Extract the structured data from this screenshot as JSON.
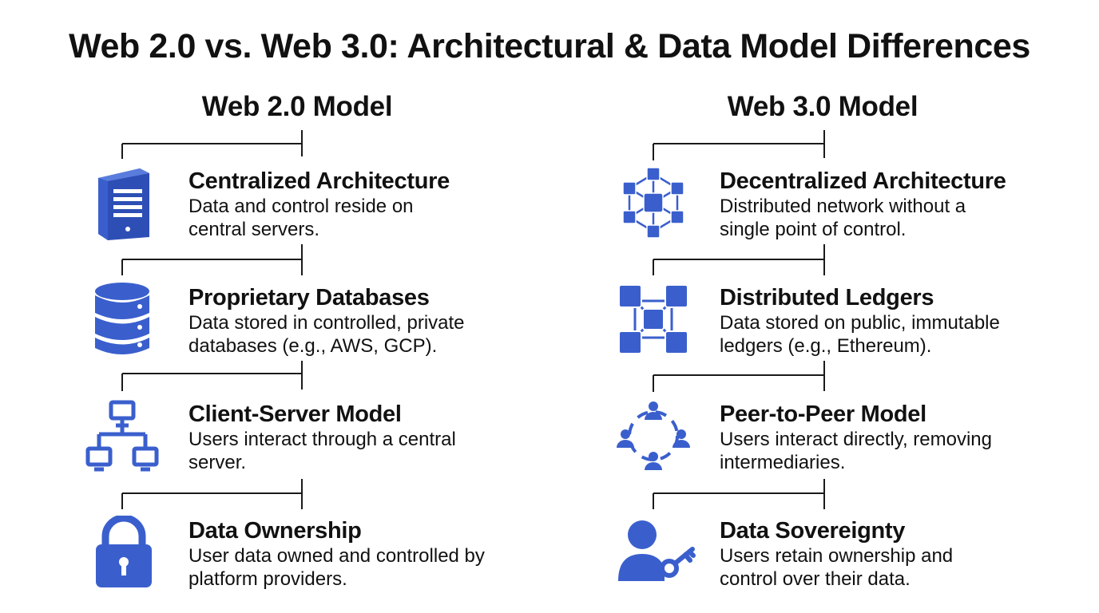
{
  "title": "Web 2.0 vs. Web 3.0: Architectural & Data Model Differences",
  "colors": {
    "accent": "#3a5fcd",
    "line": "#1a1a1a"
  },
  "columns": [
    {
      "heading": "Web 2.0 Model",
      "items": [
        {
          "title": "Centralized Architecture",
          "desc": "Data and control reside on central servers.",
          "icon": "server-tower-icon"
        },
        {
          "title": "Proprietary Databases",
          "desc": "Data stored in controlled, private databases (e.g., AWS, GCP).",
          "icon": "database-icon"
        },
        {
          "title": "Client-Server Model",
          "desc": "Users interact through a central server.",
          "icon": "client-server-network-icon"
        },
        {
          "title": "Data Ownership",
          "desc": "User data owned and controlled by platform providers.",
          "icon": "padlock-icon"
        }
      ]
    },
    {
      "heading": "Web 3.0 Model",
      "items": [
        {
          "title": "Decentralized Architecture",
          "desc": "Distributed network without a single point of control.",
          "icon": "cube-network-icon"
        },
        {
          "title": "Distributed Ledgers",
          "desc": "Data stored on public, immutable ledgers (e.g., Ethereum).",
          "icon": "blockchain-cubes-icon"
        },
        {
          "title": "Peer-to-Peer Model",
          "desc": "Users interact directly, removing intermediaries.",
          "icon": "peer-circle-icon"
        },
        {
          "title": "Data Sovereignty",
          "desc": "Users retain ownership and control over their data.",
          "icon": "user-key-icon"
        }
      ]
    }
  ]
}
